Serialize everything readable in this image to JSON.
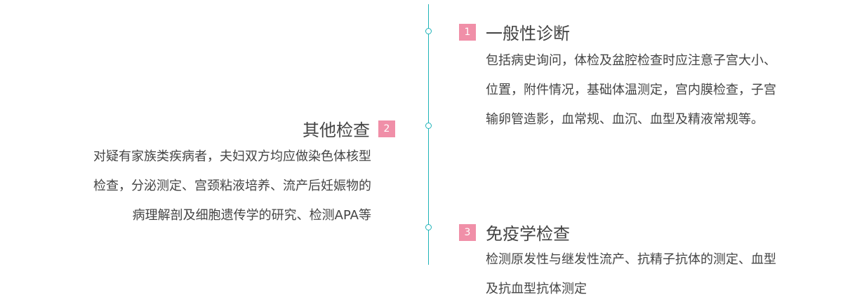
{
  "accent_color": "#1fb3b8",
  "badge_color": "#f08fa8",
  "sections": [
    {
      "number": "1",
      "title": "一般性诊断",
      "lines": [
        "包括病史询问，体检及盆腔检查时应注意子宫大小、",
        "位置，附件情况，基础体温测定，宫内膜检查，子宫",
        "输卵管造影，血常规、血沉、血型及精液常规等。"
      ]
    },
    {
      "number": "2",
      "title": "其他检查",
      "lines": [
        "对疑有家族类疾病者，夫妇双方均应做染色体核型",
        "检查，分泌测定、宫颈粘液培养、流产后妊娠物的",
        "病理解剖及细胞遗传学的研究、检测APA等"
      ]
    },
    {
      "number": "3",
      "title": "免疫学检查",
      "lines": [
        "检测原发性与继发性流产、抗精子抗体的测定、血型",
        "及抗血型抗体测定"
      ]
    }
  ]
}
